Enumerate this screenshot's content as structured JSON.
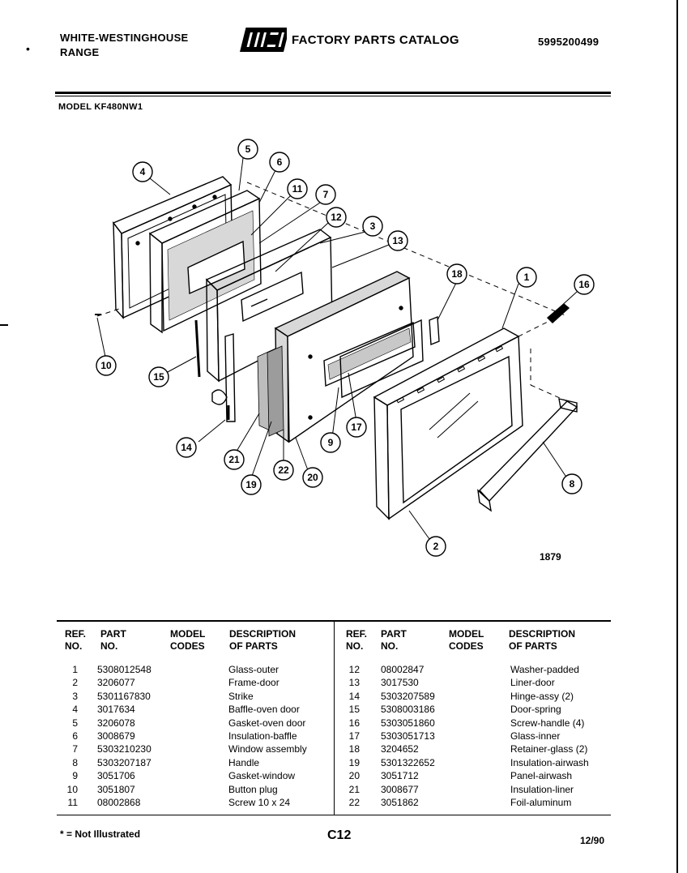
{
  "header": {
    "manufacturer_line1": "WHITE-WESTINGHOUSE",
    "manufacturer_line2": "RANGE",
    "logo_text": "WCI",
    "catalog_title": "FACTORY PARTS CATALOG",
    "catalog_number": "5995200499"
  },
  "model_label": "MODEL KF480NW1",
  "drawing": {
    "drawing_number": "1879",
    "callouts": [
      "1",
      "2",
      "3",
      "4",
      "5",
      "6",
      "7",
      "8",
      "9",
      "10",
      "11",
      "12",
      "13",
      "14",
      "15",
      "16",
      "17",
      "18",
      "19",
      "20",
      "21",
      "22"
    ]
  },
  "table": {
    "headers": {
      "ref": [
        "REF.",
        "NO."
      ],
      "part": [
        "PART",
        "NO."
      ],
      "model": [
        "MODEL",
        "CODES"
      ],
      "desc": [
        "DESCRIPTION",
        "OF PARTS"
      ]
    },
    "left": [
      {
        "ref": "1",
        "part": "5308012548",
        "model": "",
        "desc": "Glass-outer"
      },
      {
        "ref": "2",
        "part": "3206077",
        "model": "",
        "desc": "Frame-door"
      },
      {
        "ref": "3",
        "part": "5301167830",
        "model": "",
        "desc": "Strike"
      },
      {
        "ref": "4",
        "part": "3017634",
        "model": "",
        "desc": "Baffle-oven door"
      },
      {
        "ref": "5",
        "part": "3206078",
        "model": "",
        "desc": "Gasket-oven door"
      },
      {
        "ref": "6",
        "part": "3008679",
        "model": "",
        "desc": "Insulation-baffle"
      },
      {
        "ref": "7",
        "part": "5303210230",
        "model": "",
        "desc": "Window assembly"
      },
      {
        "ref": "8",
        "part": "5303207187",
        "model": "",
        "desc": "Handle"
      },
      {
        "ref": "9",
        "part": "3051706",
        "model": "",
        "desc": "Gasket-window"
      },
      {
        "ref": "10",
        "part": "3051807",
        "model": "",
        "desc": "Button plug"
      },
      {
        "ref": "11",
        "part": "08002868",
        "model": "",
        "desc": "Screw 10 x 24"
      }
    ],
    "right": [
      {
        "ref": "12",
        "part": "08002847",
        "model": "",
        "desc": "Washer-padded"
      },
      {
        "ref": "13",
        "part": "3017530",
        "model": "",
        "desc": "Liner-door"
      },
      {
        "ref": "14",
        "part": "5303207589",
        "model": "",
        "desc": "Hinge-assy (2)"
      },
      {
        "ref": "15",
        "part": "5308003186",
        "model": "",
        "desc": "Door-spring"
      },
      {
        "ref": "16",
        "part": "5303051860",
        "model": "",
        "desc": "Screw-handle (4)"
      },
      {
        "ref": "17",
        "part": "5303051713",
        "model": "",
        "desc": "Glass-inner"
      },
      {
        "ref": "18",
        "part": "3204652",
        "model": "",
        "desc": "Retainer-glass (2)"
      },
      {
        "ref": "19",
        "part": "5301322652",
        "model": "",
        "desc": "Insulation-airwash"
      },
      {
        "ref": "20",
        "part": "3051712",
        "model": "",
        "desc": "Panel-airwash"
      },
      {
        "ref": "21",
        "part": "3008677",
        "model": "",
        "desc": "Insulation-liner"
      },
      {
        "ref": "22",
        "part": "3051862",
        "model": "",
        "desc": "Foil-aluminum"
      }
    ]
  },
  "footer": {
    "footnote": "* = Not Illustrated",
    "page_code": "C12",
    "date": "12/90"
  }
}
